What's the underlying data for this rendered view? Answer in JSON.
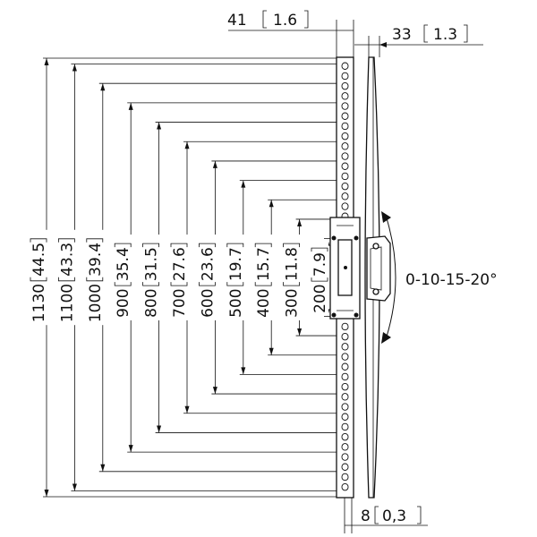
{
  "colors": {
    "line": "#111111",
    "background": "#ffffff"
  },
  "dimensions": {
    "vertical": [
      {
        "mm": "1130",
        "inch": "44.5"
      },
      {
        "mm": "1100",
        "inch": "43.3"
      },
      {
        "mm": "1000",
        "inch": "39.4"
      },
      {
        "mm": "900",
        "inch": "35.4"
      },
      {
        "mm": "800",
        "inch": "31.5"
      },
      {
        "mm": "700",
        "inch": "27.6"
      },
      {
        "mm": "600",
        "inch": "23.6"
      },
      {
        "mm": "500",
        "inch": "19.7"
      },
      {
        "mm": "400",
        "inch": "15.7"
      },
      {
        "mm": "300",
        "inch": "11.8"
      },
      {
        "mm": "200",
        "inch": "7.9"
      }
    ],
    "top_left": {
      "mm": "41",
      "inch": "1.6"
    },
    "top_right": {
      "mm": "33",
      "inch": "1.3"
    },
    "bottom": {
      "mm": "8",
      "inch": "0,3"
    }
  },
  "tilt_label": "0-10-15-20°"
}
